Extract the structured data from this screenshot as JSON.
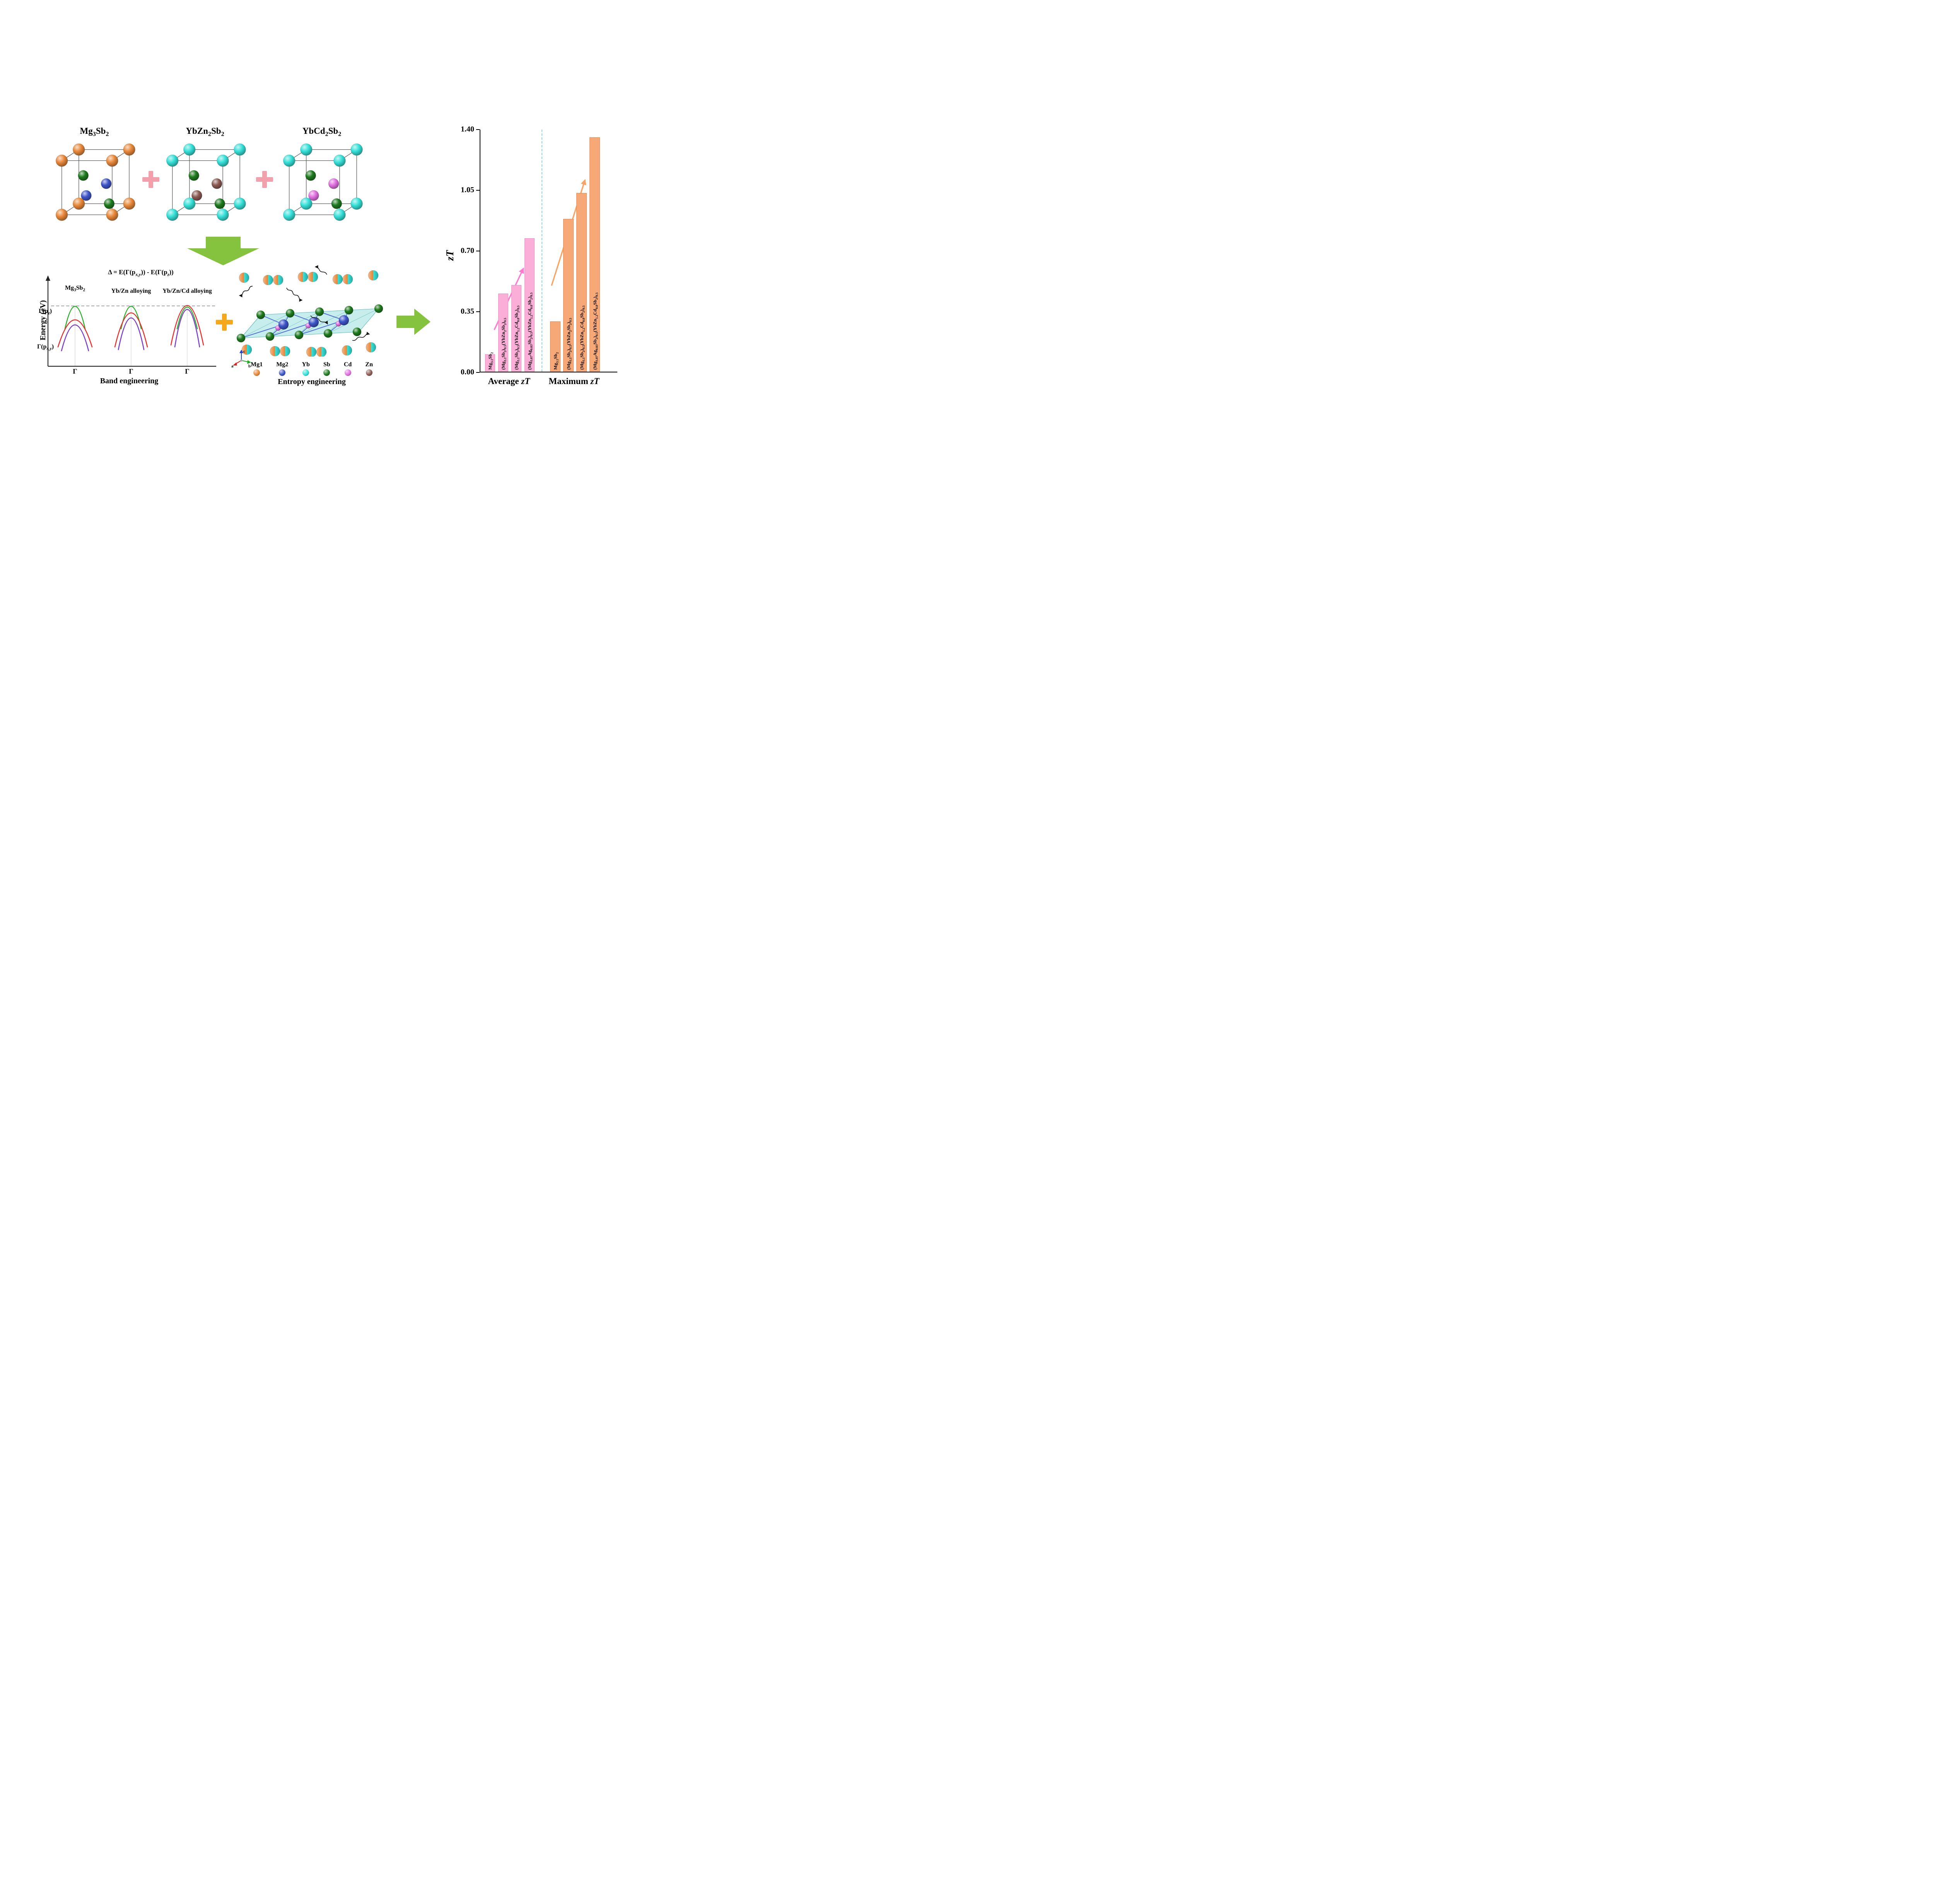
{
  "figure": {
    "colors": {
      "plus-pink": "#F2A0AC",
      "plus-orange": "#F6A81C",
      "arrow-green": "#85C23E",
      "band-green": "#2FAF2F",
      "band-red": "#E53030",
      "band-purple": "#7B3FC4",
      "divider-blue": "#8FD0F5",
      "trend-pink": "#FF7BD1",
      "trend-orange": "#F7A566"
    },
    "atom_colors": {
      "mg1": "#E8883A",
      "mg2": "#3D55C8",
      "yb": "#35E0D8",
      "sb": "#1E7A1E",
      "cd": "#E070E0",
      "zn": "#8A5A52"
    },
    "structures": [
      {
        "name": "Mg3Sb2",
        "title_html": "Mg<sub>3</sub>Sb<sub>2</sub>"
      },
      {
        "name": "YbZn2Sb2",
        "title_html": "YbZn<sub>2</sub>Sb<sub>2</sub>"
      },
      {
        "name": "YbCd2Sb2",
        "title_html": "YbCd<sub>2</sub>Sb<sub>2</sub>"
      }
    ],
    "band_panel": {
      "delta_formula_html": "Δ = E(Γ(p<sub><i>x,y</i></sub>)) - E(Γ(p<sub><i>z</i></sub>))",
      "curve_labels_html": [
        "Mg<sub>3</sub>Sb<sub>2</sub>",
        "Yb/Zn alloying",
        "Yb/Zn/Cd alloying"
      ],
      "gamma_pz_html": "Γ(p<sub><i>z</i></sub>)",
      "gamma_pxy_html": "Γ(p<sub><i>x,y</i></sub>)",
      "ylabel": "Energy (eV)",
      "xlabel": "Band engineering",
      "gamma_tick": "Γ"
    },
    "entropy_panel": {
      "title": "Entropy engineering",
      "legend": [
        {
          "label": "Mg1",
          "key": "mg1"
        },
        {
          "label": "Mg2",
          "key": "mg2"
        },
        {
          "label": "Yb",
          "key": "yb"
        },
        {
          "label": "Sb",
          "key": "sb"
        },
        {
          "label": "Cd",
          "key": "cd"
        },
        {
          "label": "Zn",
          "key": "zn"
        }
      ],
      "axis_labels": [
        "a",
        "b",
        "c"
      ]
    }
  },
  "chart_data": {
    "type": "bar",
    "title": "",
    "ylabel": "zT",
    "xlabel": "",
    "ylim": [
      0,
      1.4
    ],
    "yticks": [
      "1.40",
      "1.05",
      "0.70",
      "0.35",
      "0.00"
    ],
    "grid": false,
    "legend_position": "none",
    "categories": [
      "Mg3.1Sb2",
      "(Mg3.1Sb2)0.5(YbZn2Sb2)0.5",
      "(Mg3.1Sb2)0.5(YbZn1.2Cd0.8Sb2)0.5",
      "(Mg3.07Ag0.03Sb2)0.5(YbZn1.2Cd0.8Sb2)0.5"
    ],
    "bar_labels_html": [
      "Mg<sub>3.1</sub>Sb<sub>2</sub>",
      "(Mg<sub>3.1</sub>Sb<sub>2</sub>)<sub>0.5</sub>(YbZn<sub>2</sub>Sb<sub>2</sub>)<sub>0.5</sub>",
      "(Mg<sub>3.1</sub>Sb<sub>2</sub>)<sub>0.5</sub>(YbZn<sub>1.2</sub>Cd<sub>0.8</sub>Sb<sub>2</sub>)<sub>0.5</sub>",
      "(Mg<sub>3.07</sub>Ag<sub>0.03</sub>Sb<sub>2</sub>)<sub>0.5</sub>(YbZn<sub>1.2</sub>Cd<sub>0.8</sub>Sb<sub>2</sub>)<sub>0.5</sub>"
    ],
    "groups": [
      {
        "label": "Average zT",
        "label_html": "Average <i>zT</i>",
        "color": "#FBAED8",
        "border": "#EE8EC4",
        "values": [
          0.1,
          0.45,
          0.5,
          0.77
        ]
      },
      {
        "label": "Maximum zT",
        "label_html": "Maximum <i>zT</i>",
        "color": "#F7A877",
        "border": "#E8884E",
        "values": [
          0.29,
          0.88,
          1.03,
          1.35
        ]
      }
    ]
  }
}
